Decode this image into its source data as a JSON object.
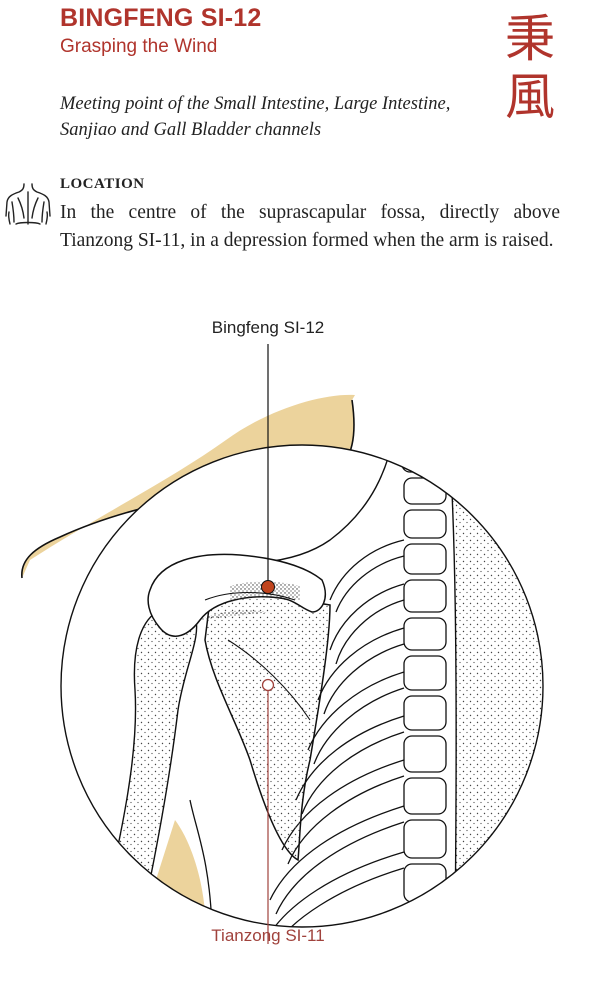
{
  "header": {
    "title": "BINGFENG SI-12",
    "subtitle": "Grasping the Wind",
    "chinese": [
      "秉",
      "風"
    ]
  },
  "description": {
    "meeting_point": "Meeting point of the Small Intestine, Large Intestine, Sanjiao and Gall Bladder channels"
  },
  "location": {
    "icon": "shoulders-back-icon",
    "heading": "LOCATION",
    "text": "In the centre of the suprascapular fossa, directly above Tianzong SI-11, in a depression formed when the arm is raised."
  },
  "illustration": {
    "primary_point_label": "Bingfeng SI-12",
    "secondary_point_label": "Tianzong SI-11",
    "colors": {
      "accent": "#b0342c",
      "point_fill": "#c0441d",
      "skin": "#ecd39c",
      "secondary_line": "#a0423c"
    }
  }
}
